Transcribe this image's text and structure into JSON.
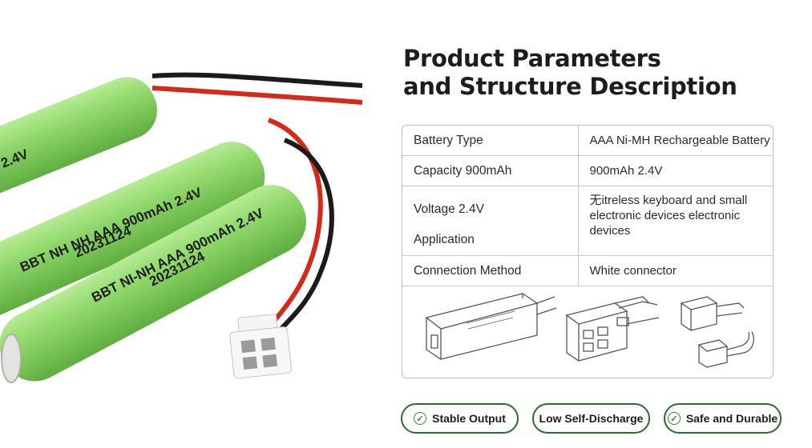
{
  "title": {
    "line1": "Product Parameters",
    "line2": "and Structure Description"
  },
  "params": [
    {
      "key": "Battery Type",
      "value": "AAA Ni-MH Rechargeable Battery"
    },
    {
      "key": "Capacity  900mAh",
      "value": "900mAh  2.4V"
    },
    {
      "key": "Voltage  2.4V",
      "value": ""
    },
    {
      "key": "Application",
      "value": "无itreless keyboard and small electronic devices electronic devices"
    },
    {
      "key": "Connection Method",
      "value": "White connector"
    }
  ],
  "battery_print": {
    "top": "BBT NH NH AAA 900mAh 2.4V",
    "top_code": "20231124",
    "bottom": "BBT NI-NH AAA 900mAh 2.4V",
    "bottom_code": "20231124",
    "partial": "2.4V"
  },
  "features": [
    {
      "label": "Stable Output",
      "icon": "check-circle-icon"
    },
    {
      "label": "Low Self-Discharge"
    },
    {
      "label": "Safe and Durable",
      "icon": "check-circle-icon"
    }
  ],
  "colors": {
    "battery_green": "#8cd66a",
    "wire_red": "#d42a1e",
    "wire_black": "#1b1b1b",
    "accent_green": "#2f6a2f"
  }
}
